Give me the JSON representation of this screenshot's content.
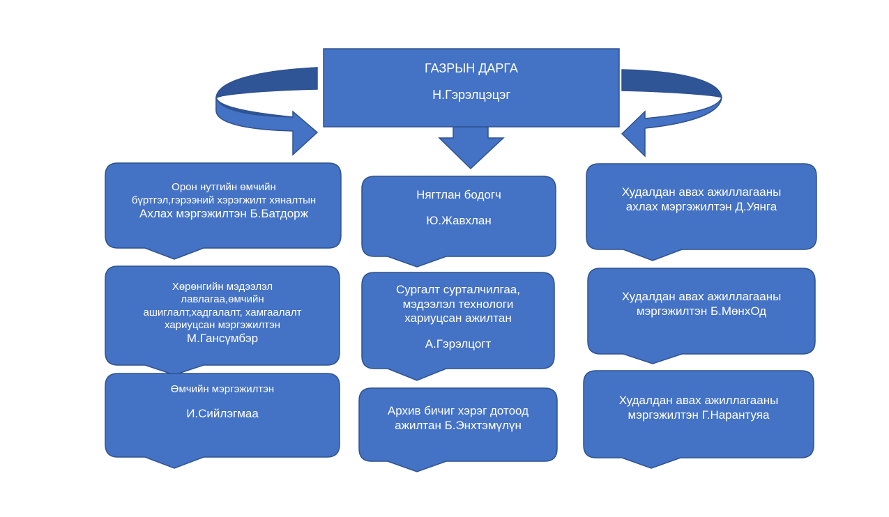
{
  "colors": {
    "fill": "#4472c4",
    "stroke": "#2f528f",
    "arrow_dark": "#2f5597",
    "text": "#ffffff"
  },
  "head": {
    "title": "ГАЗРЫН ДАРГА",
    "name": "Н.Гэрэлцэцэг"
  },
  "left": [
    {
      "lines": [
        "Орон нутгийн өмчийн",
        "бүртгэл,гэрээний хэрэгжилт хяналтын",
        "Ахлах мэргэжилтэн Б.Батдорж"
      ]
    },
    {
      "lines": [
        "Хөрөнгийн мэдээлэл",
        "лавлагаа,өмчийн",
        "ашиглалт,хадгалалт, хамгаалалт",
        "хариуцсан мэргэжилтэн",
        "М.Гансүмбэр"
      ]
    },
    {
      "title": "Өмчийн мэргэжилтэн",
      "name": "И.Сийлэгмаа"
    }
  ],
  "middle": [
    {
      "title": "Нягтлан бодогч",
      "name": "Ю.Жавхлан"
    },
    {
      "lines": [
        "Сургалт сурталчилгаа,",
        "мэдээлэл технологи",
        "хариуцсан ажилтан"
      ],
      "name": "А.Гэрэлцогт"
    },
    {
      "lines": [
        "Архив бичиг хэрэг дотоод",
        "ажилтан Б.Энхтэмүлүн"
      ]
    }
  ],
  "right": [
    {
      "lines": [
        "Худалдан авах ажиллагааны",
        "ахлах мэргэжилтэн Д.Уянга"
      ]
    },
    {
      "lines": [
        "Худалдан авах ажиллагааны",
        "мэргэжилтэн Б.МөнхОд"
      ]
    },
    {
      "lines": [
        "Худалдан авах ажиллагааны",
        "мэргэжилтэн  Г.Нарантуяа"
      ]
    }
  ]
}
